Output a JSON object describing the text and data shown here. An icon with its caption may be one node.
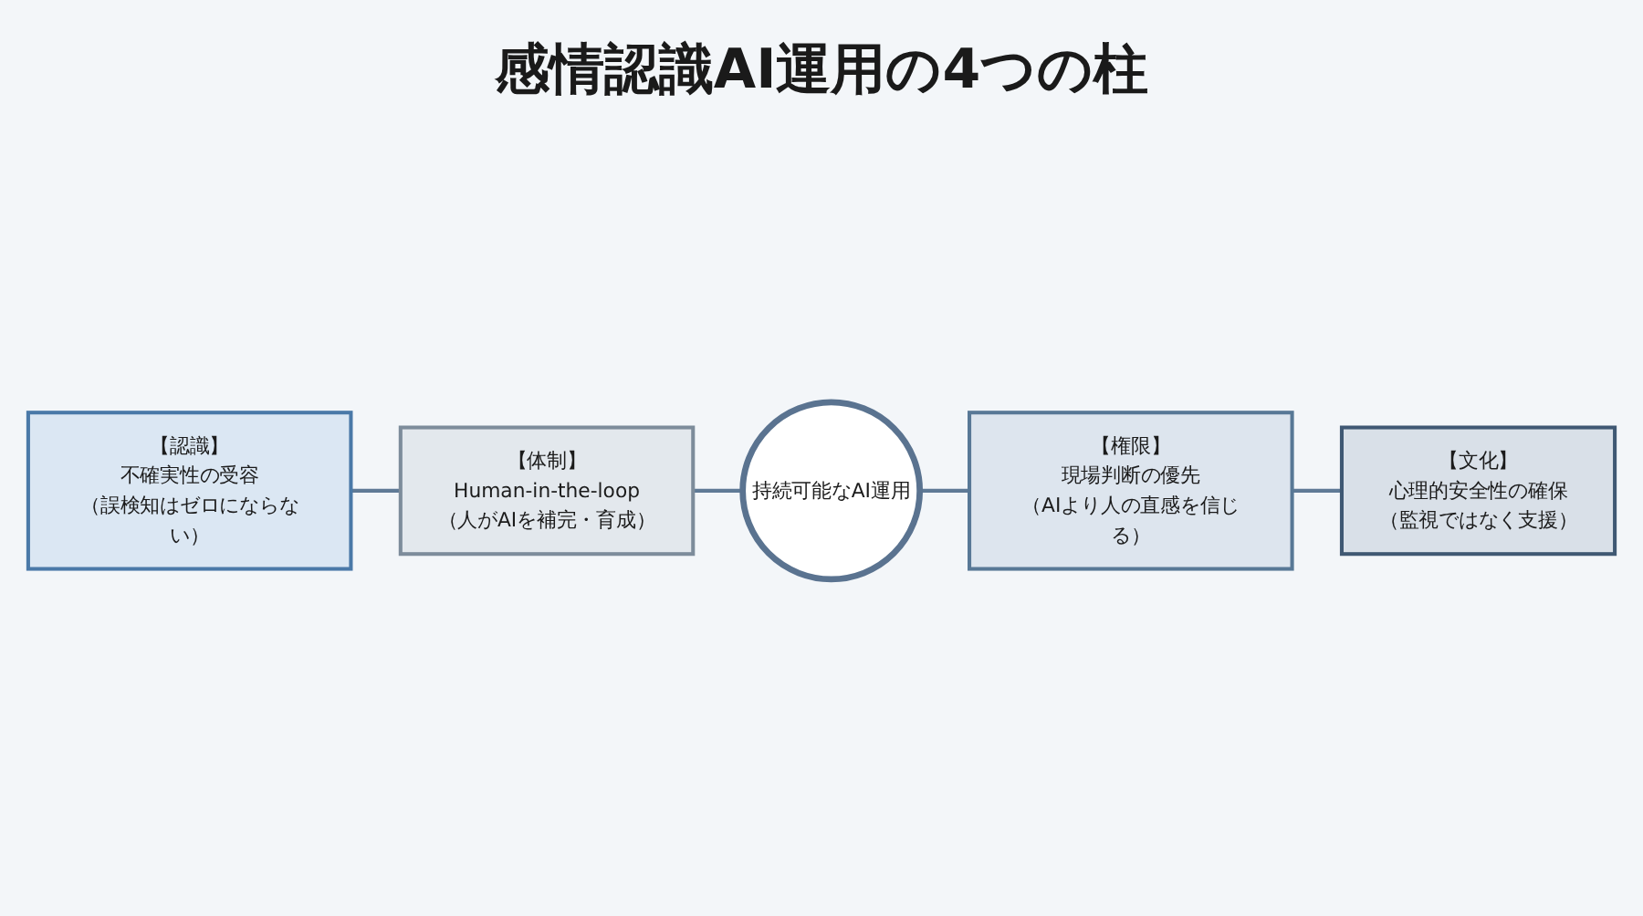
{
  "diagram": {
    "title": "感情認識AI運用の4つの柱",
    "nodes": [
      {
        "text": [
          "【認識】",
          "不確実性の受容",
          "（誤検知はゼロにならない）"
        ]
      },
      {
        "text": [
          "【体制】",
          "Human-in-the-loop",
          "（人がAIを補完・育成）"
        ]
      },
      {
        "text": [
          "【権限】",
          "現場判断の優先",
          "（AIより人の直感を信じる）"
        ]
      },
      {
        "text": [
          "【文化】",
          "心理的安全性の確保",
          "（監視ではなく支援）"
        ]
      },
      {
        "text": [
          "持続可能なAI運用"
        ]
      }
    ],
    "edges": [
      {
        "from": 0,
        "to": 1,
        "arrow": "none"
      },
      {
        "from": 1,
        "to": 4,
        "arrow": "none"
      },
      {
        "from": 4,
        "to": 2,
        "arrow": "none"
      },
      {
        "from": 2,
        "to": 3,
        "arrow": "none"
      }
    ]
  }
}
